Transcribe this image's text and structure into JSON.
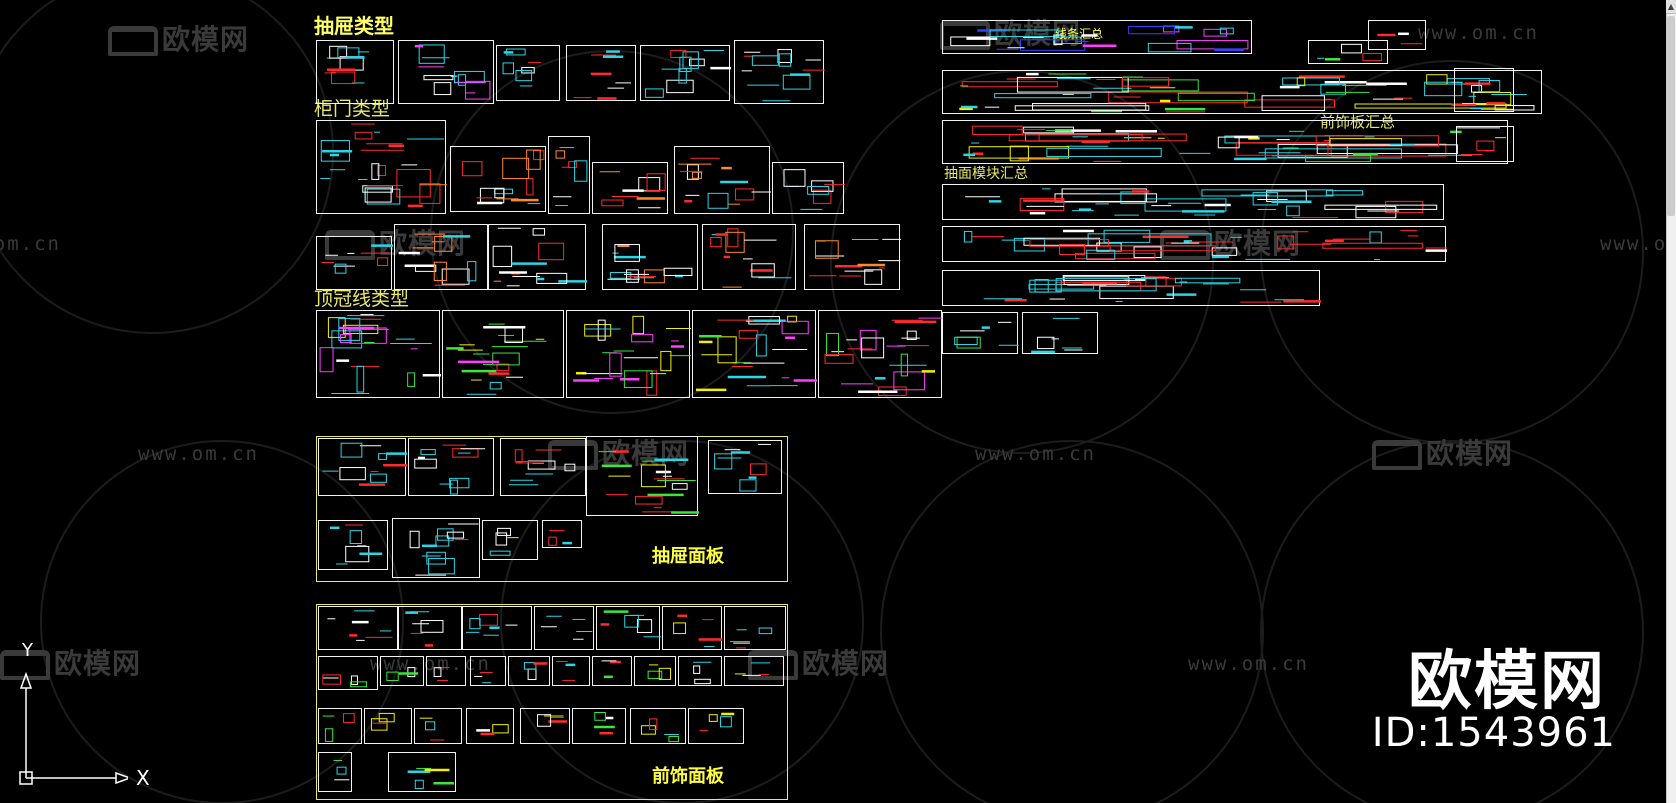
{
  "ui": {
    "watermark_logo": "欧模网",
    "watermark_url": "www.om.cn",
    "big_watermark": "欧模网",
    "big_id": "ID:1543961",
    "axis_x": "X",
    "axis_y": "Y"
  },
  "labels": {
    "drawer_types": "抽屉类型",
    "door_types": "柜门类型",
    "crown_types": "顶冠线类型",
    "drawer_panel": "抽屉面板",
    "front_panel": "前饰面板",
    "lines_summary": "线条汇总",
    "front_board_summary": "前饰板汇总",
    "drawer_module_summary": "抽面模块汇总"
  },
  "colors": {
    "cyan": "#2ad6e6",
    "red": "#ff2a2a",
    "yellow": "#f0f000",
    "magenta": "#ff3cff",
    "green": "#39e639",
    "white": "#ffffff",
    "orange": "#ff8a2a",
    "blue": "#2a44ff"
  }
}
